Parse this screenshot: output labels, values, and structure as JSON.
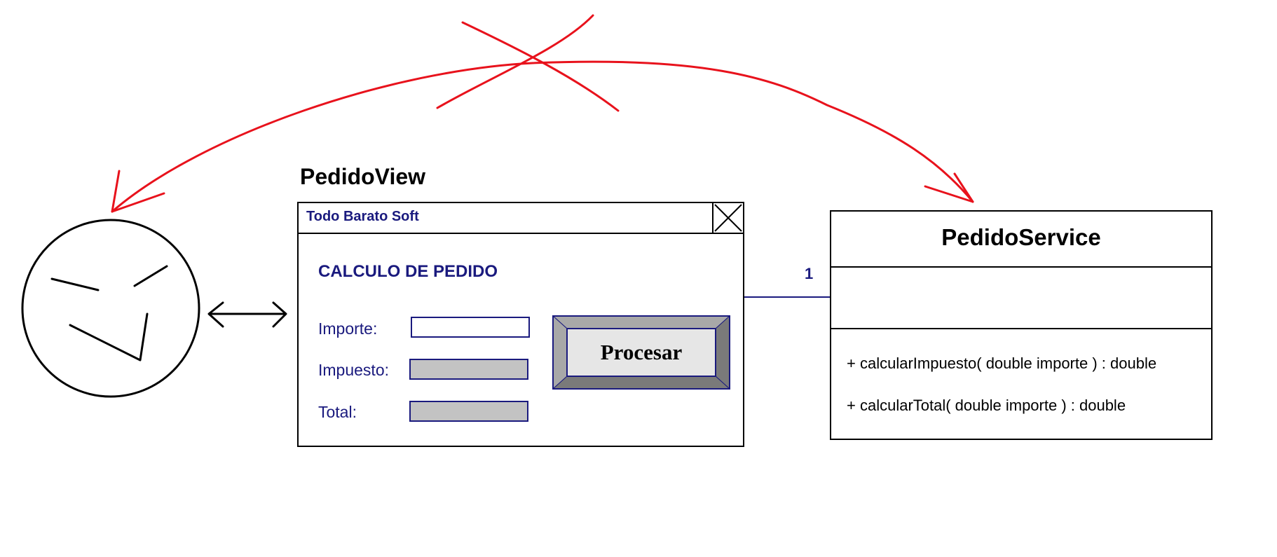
{
  "view": {
    "title": "PedidoView",
    "window_title": "Todo Barato Soft",
    "form_heading": "CALCULO DE PEDIDO",
    "fields": {
      "importe_label": "Importe:",
      "impuesto_label": "Impuesto:",
      "total_label": "Total:",
      "importe_value": "",
      "impuesto_value": "",
      "total_value": ""
    },
    "button_label": "Procesar"
  },
  "association": {
    "multiplicity": "1"
  },
  "service": {
    "name": "PedidoService",
    "attributes": [],
    "operations": [
      "+ calcularImpuesto( double importe ) : double",
      "+ calcularTotal( double importe ) : double"
    ]
  },
  "colors": {
    "annotation_red": "#e8121c",
    "ui_navy": "#1a1a7e",
    "readonly_gray": "#c3c3c3",
    "button_face": "#e6e6e6",
    "button_bevel_dark": "#7a7a7a",
    "button_bevel_light": "#a8a8a8"
  }
}
